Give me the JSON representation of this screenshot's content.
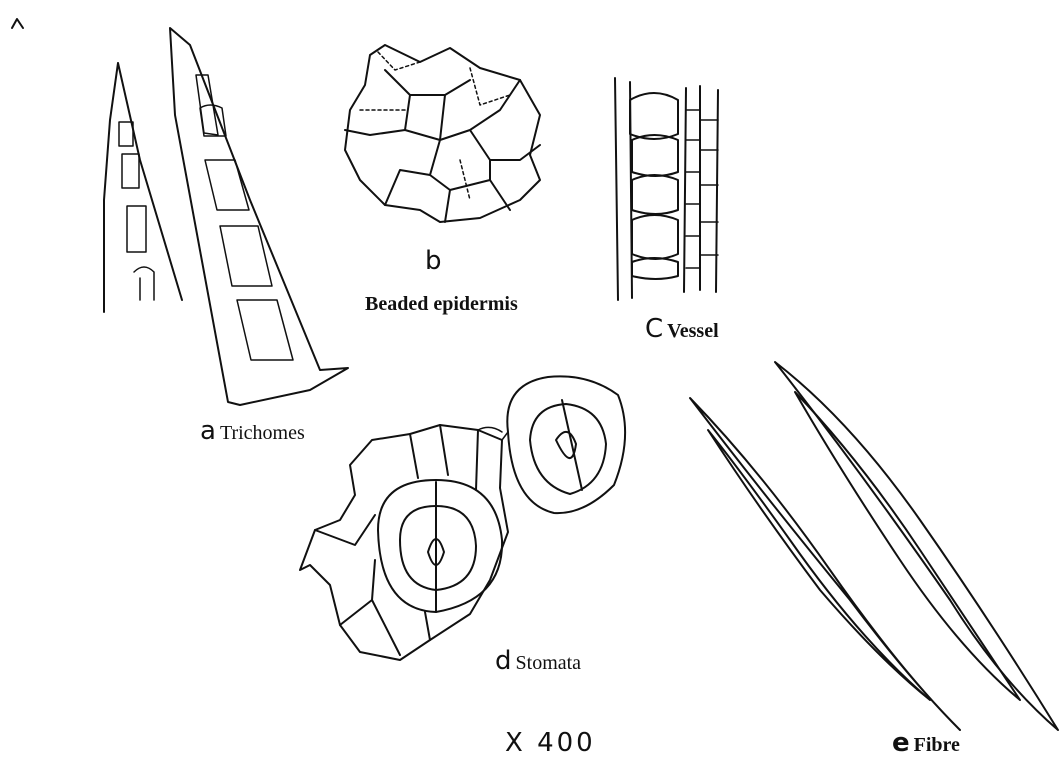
{
  "panels": {
    "a": {
      "letter": "a",
      "caption": "Trichomes"
    },
    "b": {
      "letter": "b",
      "caption": "Beaded epidermis"
    },
    "c": {
      "letter": "C",
      "caption": "Vessel"
    },
    "d": {
      "letter": "d",
      "caption": "Stomata"
    },
    "e": {
      "letter": "e",
      "caption": "Fibre"
    }
  },
  "magnification": "X 400"
}
